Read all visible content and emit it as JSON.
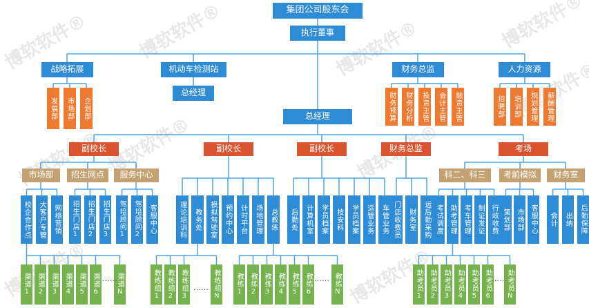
{
  "watermark": "博软软件®",
  "top": {
    "shareholders": "集团公司股东会",
    "chairman": "执行董事"
  },
  "level1": {
    "strategy": "战略拓展",
    "vehicle": "机动车检测站",
    "vehicle_gm": "总经理",
    "finance": "财务总监",
    "hr": "人力资源"
  },
  "strategy_children": [
    "发展部",
    "市场部",
    "企划部"
  ],
  "finance_children": [
    "财务预算",
    "财务分析",
    "投资主管",
    "会计主管",
    "融资主管"
  ],
  "hr_children": [
    "招聘部",
    "培训部",
    "规划管理",
    "薪酬管理"
  ],
  "gm": "总经理",
  "level2": {
    "vp1": "副校长",
    "vp2": "副校长",
    "vp3": "副校长",
    "finance": "财务总监",
    "exam": "考场"
  },
  "vp1_groups": {
    "market": "市场部",
    "enroll": "招生网点",
    "service": "服务中心"
  },
  "market_children": [
    "校企合作点",
    "大客户专管",
    "网络营销"
  ],
  "enroll_children": [
    "招生门店1",
    "招生门店2",
    "招生门店3"
  ],
  "service_children": [
    "驾培顾问1",
    "驾培顾问2",
    "客服中心"
  ],
  "vp2_children": [
    "理论培训科",
    "教务处",
    "模拟驾驶室",
    "预约中心",
    "计时平台",
    "场地管理",
    "总教练"
  ],
  "vp3_children": [
    "后勤处",
    "计算机室",
    "学员档案",
    "技安科",
    "学员档案",
    "运管业务",
    "车管业务"
  ],
  "finance2_children": [
    "门店收费员",
    "财务室",
    "运后勤采购"
  ],
  "exam_groups": {
    "k23": "科二、科三",
    "mock": "考前模拟",
    "fin": "财务室"
  },
  "k23_children": [
    "考试调度",
    "助考管理",
    "考车管理",
    "制证发证",
    "行政收费"
  ],
  "mock_children": [
    "策划部",
    "市场部",
    "客服中心"
  ],
  "fin_children": [
    "会计",
    "出纳",
    "后勤保障"
  ],
  "channels": [
    "渠道1",
    "渠道2",
    "渠道3",
    "渠道4",
    "渠道5",
    "渠道6",
    "渠道N"
  ],
  "coach_groups": [
    "教练组1",
    "教练组2",
    "教练组3",
    "教练组N"
  ],
  "coaches": [
    "教练1",
    "教练2",
    "教练3",
    "教练4",
    "教练5",
    "教练6",
    "教练N"
  ],
  "assistants": [
    "助考员1",
    "助考员2",
    "助考员3",
    "助考员4",
    "助考员5",
    "助考员6",
    "助考员N"
  ],
  "ellipsis": "……"
}
